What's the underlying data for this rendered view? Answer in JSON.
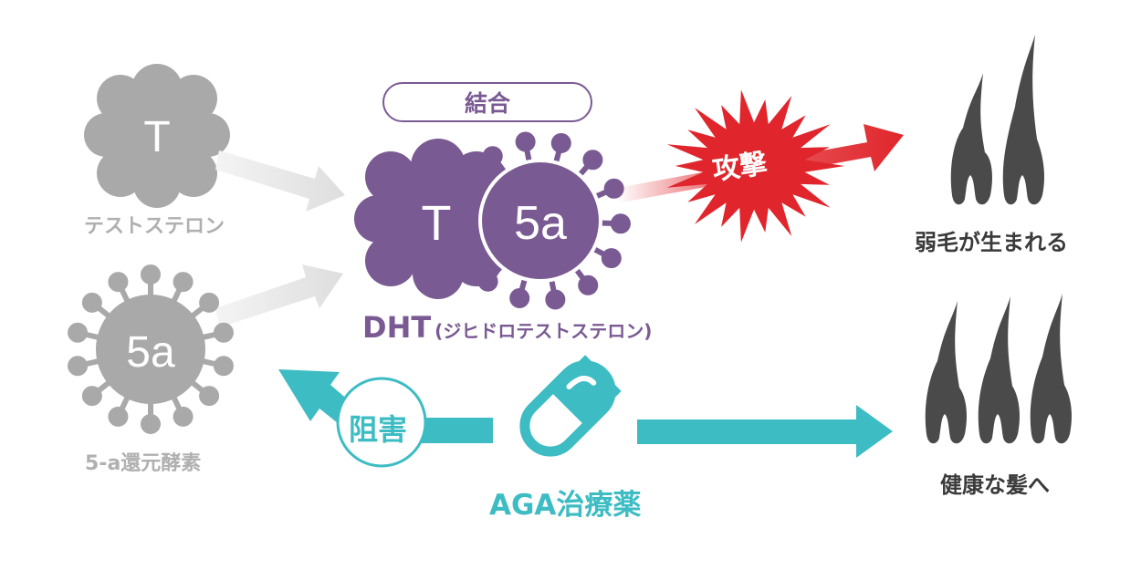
{
  "testosterone": {
    "symbol": "T",
    "label": "テストステロン"
  },
  "enzyme": {
    "symbol": "5a",
    "label": "5-a還元酵素"
  },
  "bond": {
    "label": "結合"
  },
  "dht": {
    "t_symbol": "T",
    "enzyme_symbol": "5a",
    "abbr": "DHT",
    "full_name": "(ジヒドロテストステロン)"
  },
  "attack": {
    "label": "攻撃"
  },
  "weak_hair": {
    "label": "弱毛が生まれる"
  },
  "inhibit": {
    "label": "阻害"
  },
  "medicine": {
    "label": "AGA治療薬"
  },
  "healthy_hair": {
    "label": "健康な髪へ"
  },
  "colors": {
    "gray": "#a9a9a9",
    "purple": "#7a5a92",
    "red": "#e0262c",
    "teal": "#3dbcc3",
    "hair": "#4a4a4a"
  }
}
